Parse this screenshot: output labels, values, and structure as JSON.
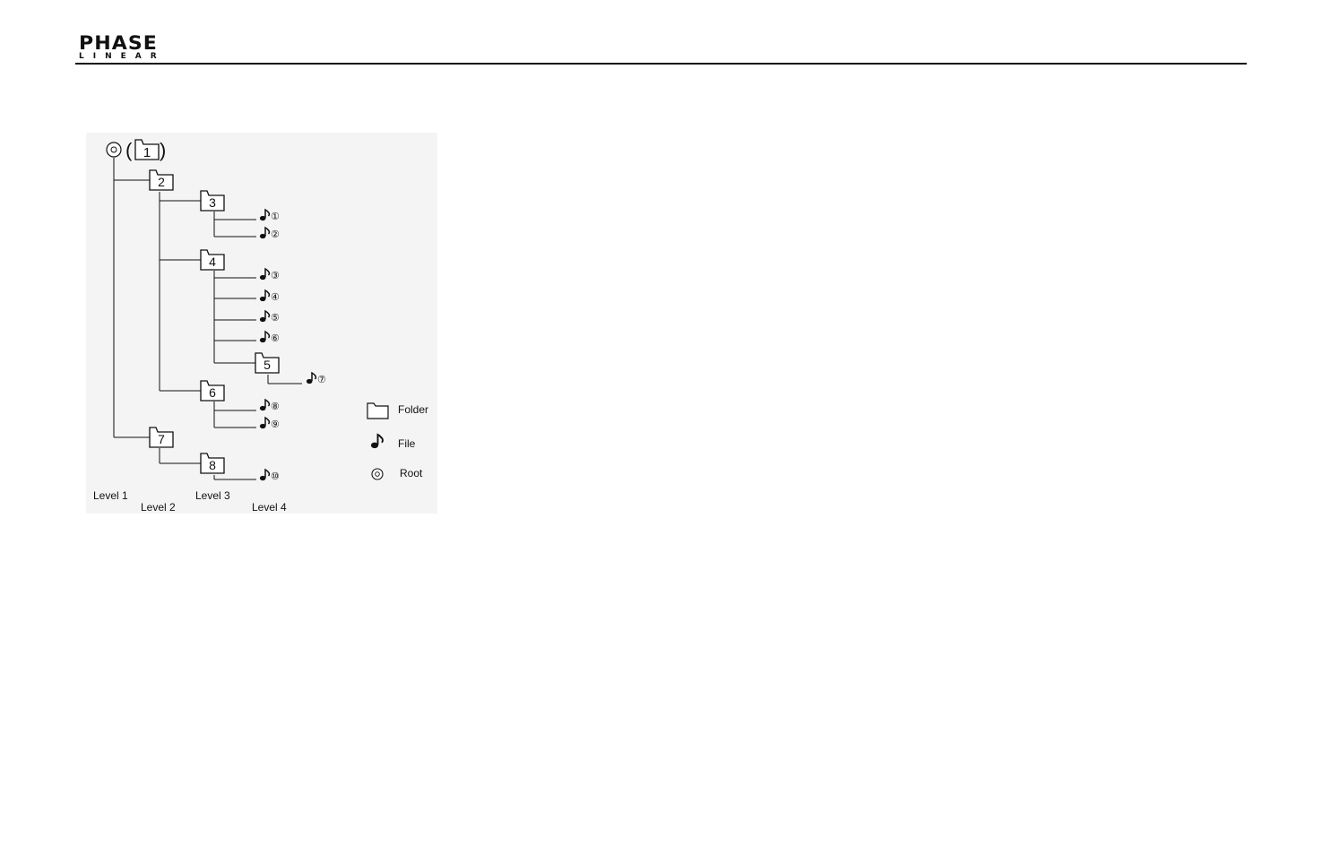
{
  "header": {
    "logo_top": "PHASE",
    "logo_bottom": "LINEAR"
  },
  "diagram": {
    "root_folder": "1",
    "folders": [
      "2",
      "3",
      "4",
      "5",
      "6",
      "7",
      "8"
    ],
    "files": [
      "①",
      "②",
      "③",
      "④",
      "⑤",
      "⑥",
      "⑦",
      "⑧",
      "⑨",
      "⑩"
    ],
    "levels": [
      "Level 1",
      "Level 2",
      "Level 3",
      "Level 4"
    ],
    "legend": {
      "folder": "Folder",
      "file": "File",
      "root": "Root"
    },
    "note_glyph": "♪"
  },
  "colors": {
    "line": "#111111",
    "background": "#f4f4f4"
  }
}
